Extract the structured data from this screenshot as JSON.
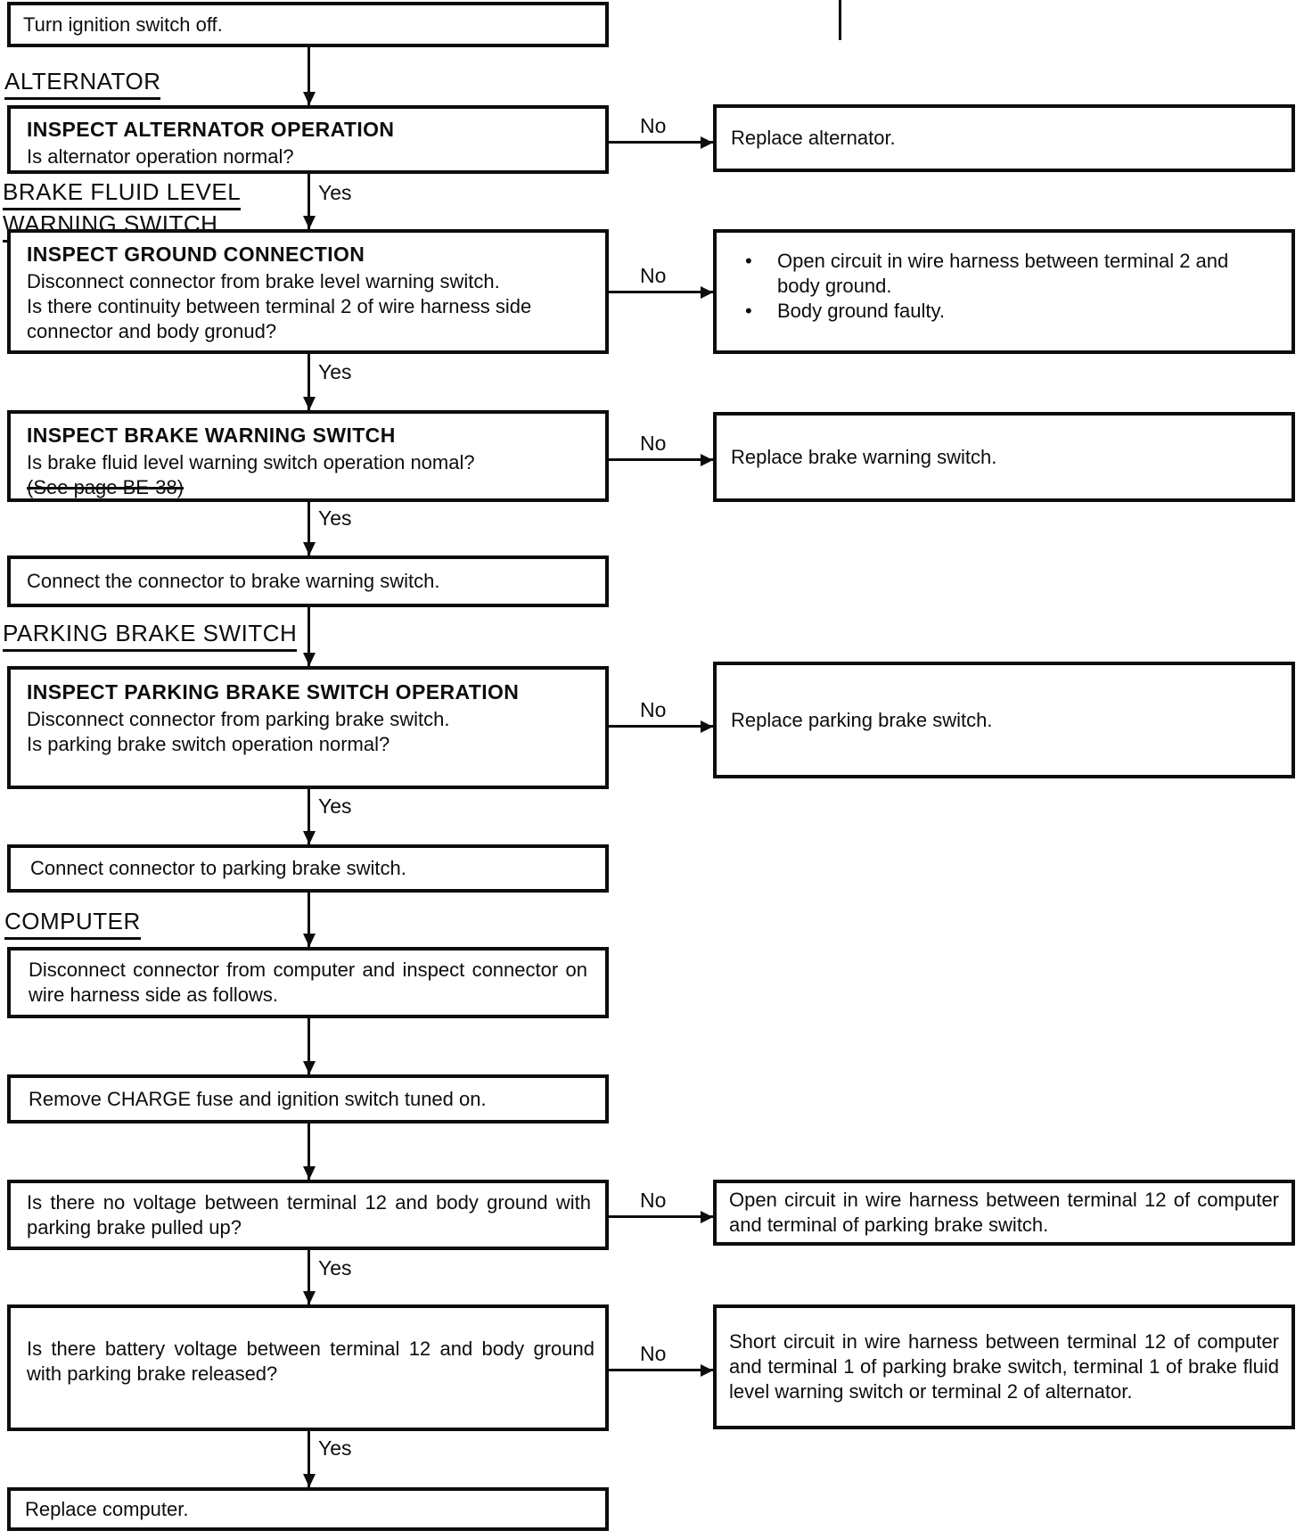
{
  "glyphs": {
    "bullet": "•"
  },
  "connector_labels": {
    "yes": "Yes",
    "no": "No"
  },
  "sections": {
    "alternator": "ALTERNATOR",
    "brake_fluid_line1": "BRAKE FLUID LEVEL",
    "brake_fluid_line2": "WARNING SWITCH",
    "parking_brake": "PARKING BRAKE SWITCH",
    "computer": "COMPUTER"
  },
  "steps": {
    "turn_ignition_off": "Turn ignition switch off.",
    "inspect_alternator": {
      "title": "INSPECT ALTERNATOR OPERATION",
      "question": "Is alternator operation normal?"
    },
    "inspect_ground": {
      "title": "INSPECT GROUND CONNECTION",
      "line1": "Disconnect connector from brake level warning switch.",
      "line2": "Is there continuity between terminal 2 of wire harness side connector and body gronud?"
    },
    "inspect_brake_warning": {
      "title": "INSPECT BRAKE WARNING SWITCH",
      "question": "Is brake fluid level warning switch operation nomal?",
      "reference": "(See page BE-38)"
    },
    "connect_brake_warning": "Connect the connector to brake warning switch.",
    "inspect_parking_brake": {
      "title": "INSPECT PARKING BRAKE SWITCH OPERATION",
      "line1": "Disconnect connector from parking brake switch.",
      "line2": "Is parking brake switch operation normal?"
    },
    "connect_parking_brake": "Connect connector to parking brake switch.",
    "disconnect_computer": "Disconnect connector from computer and inspect connector on wire harness side as follows.",
    "remove_charge_fuse": "Remove CHARGE fuse and ignition switch tuned on.",
    "no_voltage_check": "Is there no voltage between terminal 12 and body ground with parking brake pulled up?",
    "battery_voltage_check": "Is there battery voltage between terminal 12 and body ground with parking brake released?",
    "replace_computer": "Replace computer."
  },
  "outcomes": {
    "replace_alternator": "Replace alternator.",
    "ground_fault_bullet1": "Open circuit in wire harness between terminal 2 and body ground.",
    "ground_fault_bullet2": "Body ground faulty.",
    "replace_brake_warning_switch": "Replace brake warning switch.",
    "replace_parking_brake_switch": "Replace parking brake switch.",
    "open_circuit_terminal12": "Open circuit in wire harness between terminal 12 of computer and terminal of parking brake switch.",
    "short_circuit_terminal12": "Short circuit in wire harness between terminal 12 of computer and terminal 1 of parking brake switch, terminal 1 of brake fluid level warning switch or terminal 2 of alternator."
  }
}
